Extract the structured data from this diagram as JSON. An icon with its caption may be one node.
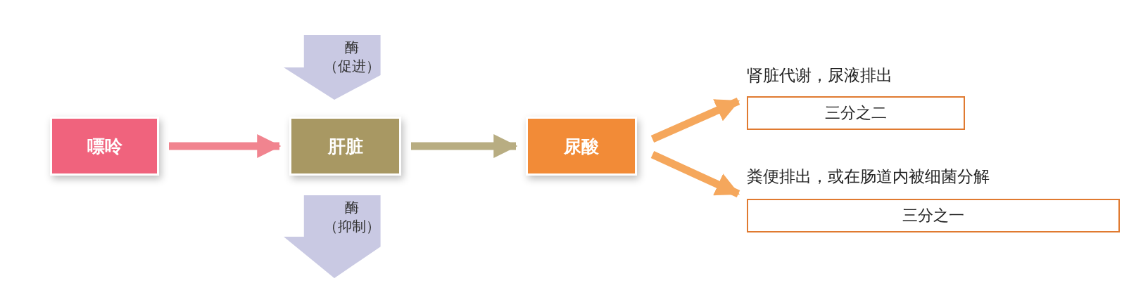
{
  "diagram": {
    "nodes": [
      {
        "text": [
          "嘌呤"
        ]
      },
      {
        "text": [
          "肝脏"
        ]
      },
      {
        "text": [
          "尿酸"
        ]
      },
      {
        "text": [
          "肾脏代谢，尿液排出",
          "三分之二"
        ]
      },
      {
        "text": [
          "粪便排出，或在肠道内被细菌分解",
          "三分之一"
        ]
      },
      {
        "text": [
          "酶（促进）"
        ]
      },
      {
        "text": [
          "酶（抑制）"
        ]
      }
    ],
    "edges": [
      {
        "from": 0,
        "to": 1,
        "arrow": "to",
        "color": "#f1848f"
      },
      {
        "from": 1,
        "to": 2,
        "arrow": "to",
        "color": "#b8ad82"
      },
      {
        "from": 2,
        "to": 3,
        "arrow": "to",
        "color": "#f5a75c"
      },
      {
        "from": 2,
        "to": 4,
        "arrow": "to",
        "color": "#f5a75c"
      }
    ]
  }
}
